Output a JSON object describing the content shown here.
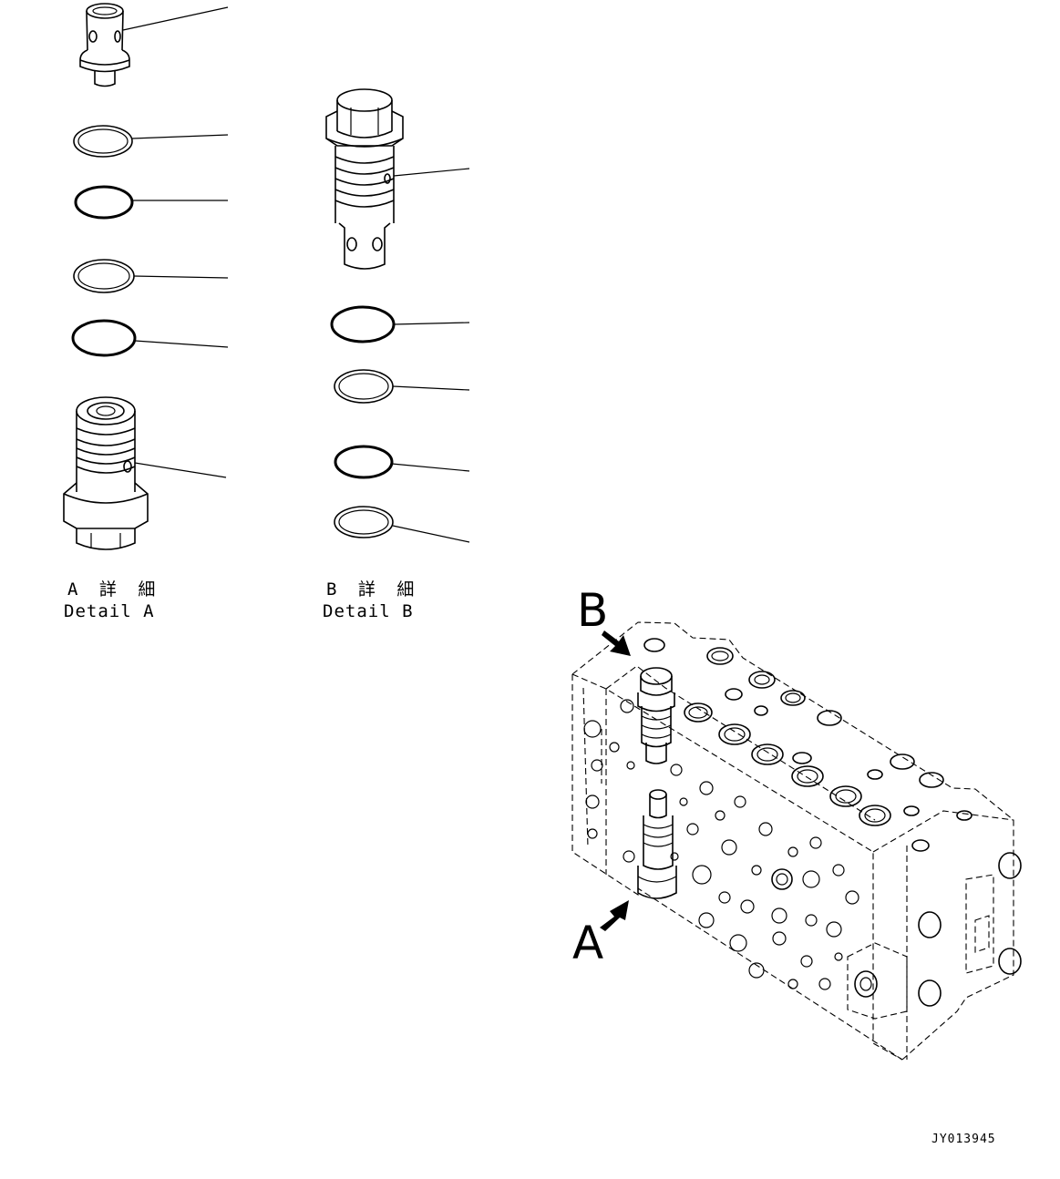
{
  "detail_a": {
    "title_jp": "A 詳 細",
    "title_en": "Detail A"
  },
  "detail_b": {
    "title_jp": "B 詳 細",
    "title_en": "Detail B"
  },
  "view_markers": {
    "a": "A",
    "b": "B"
  },
  "drawing_code": "JY013945"
}
